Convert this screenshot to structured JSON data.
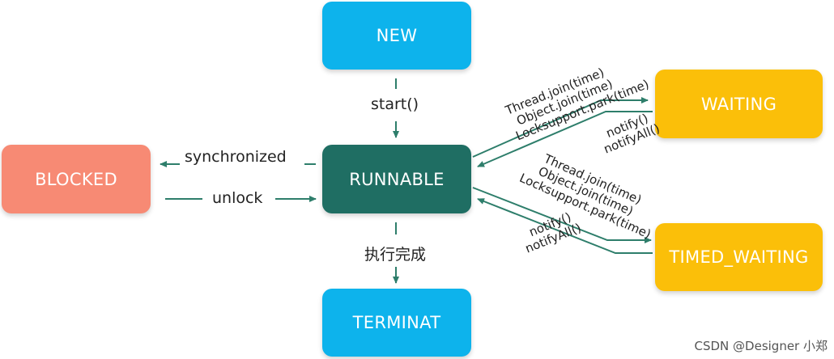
{
  "nodes": {
    "new": "NEW",
    "runnable": "RUNNABLE",
    "terminat": "TERMINAT",
    "blocked": "BLOCKED",
    "waiting": "WAITING",
    "timed_waiting": "TIMED_WAITING"
  },
  "colors": {
    "blue": "#0db3ec",
    "teal": "#1f6e63",
    "salmon": "#f78a74",
    "amber": "#fbbf09",
    "arrow": "#2e7e6b"
  },
  "edges": {
    "start": "start()",
    "synchronized": "synchronized",
    "unlock": "unlock",
    "finish": "执行完成",
    "to_waiting": [
      "Thread.join(time)",
      "Object.join(time)",
      "Locksupport.park(time)"
    ],
    "from_waiting": [
      "notify()",
      "notifyAll()"
    ],
    "to_timed": [
      "Thread.join(time)",
      "Object.join(time)",
      "Locksupport.park(time)"
    ],
    "from_timed": [
      "notify()",
      "notifyAll()"
    ]
  },
  "watermark": "CSDN @Designer 小郑"
}
